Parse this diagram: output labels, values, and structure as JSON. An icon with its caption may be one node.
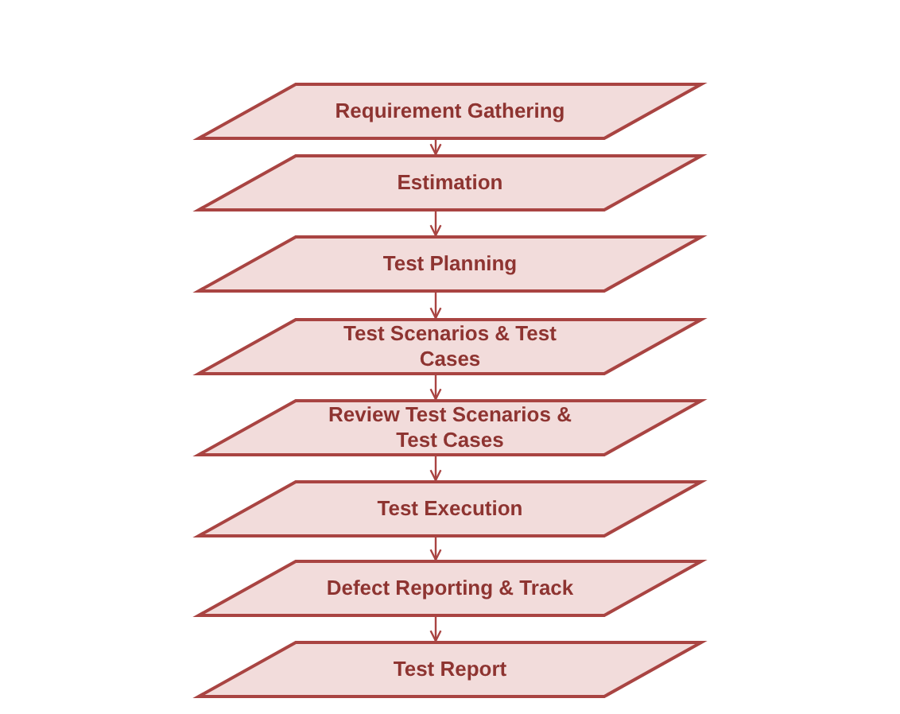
{
  "diagram": {
    "nodes": [
      {
        "text": [
          "Requirement Gathering"
        ]
      },
      {
        "text": [
          "Estimation"
        ]
      },
      {
        "text": [
          "Test Planning"
        ]
      },
      {
        "text": [
          "Test Scenarios & Test Cases"
        ]
      },
      {
        "text": [
          "Review Test Scenarios & Test Cases"
        ]
      },
      {
        "text": [
          "Test Execution"
        ]
      },
      {
        "text": [
          "Defect Reporting & Track"
        ]
      },
      {
        "text": [
          "Test Report"
        ]
      }
    ],
    "edges": [
      {
        "from": 0,
        "to": 1,
        "arrow": "to"
      },
      {
        "from": 1,
        "to": 2,
        "arrow": "to"
      },
      {
        "from": 2,
        "to": 3,
        "arrow": "to"
      },
      {
        "from": 3,
        "to": 4,
        "arrow": "to"
      },
      {
        "from": 4,
        "to": 5,
        "arrow": "to"
      },
      {
        "from": 5,
        "to": 6,
        "arrow": "to"
      },
      {
        "from": 6,
        "to": 7,
        "arrow": "to"
      }
    ]
  }
}
